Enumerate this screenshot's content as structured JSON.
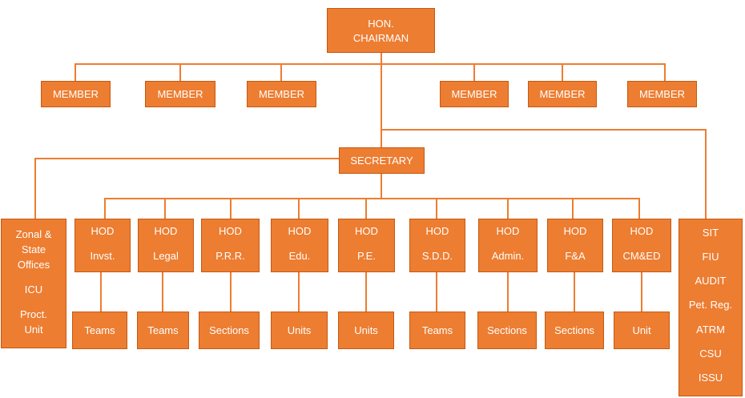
{
  "chairman": {
    "line1": "HON.",
    "line2": "CHAIRMAN"
  },
  "members": [
    "MEMBER",
    "MEMBER",
    "MEMBER",
    "MEMBER",
    "MEMBER",
    "MEMBER"
  ],
  "secretary": "SECRETARY",
  "zonal": [
    "Zonal &",
    "State",
    "Offices",
    "ICU",
    "Proct.",
    "Unit"
  ],
  "hods": [
    {
      "title": "HOD",
      "dept": "Invst.",
      "sub": "Teams"
    },
    {
      "title": "HOD",
      "dept": "Legal",
      "sub": "Teams"
    },
    {
      "title": "HOD",
      "dept": "P.R.R.",
      "sub": "Sections"
    },
    {
      "title": "HOD",
      "dept": "Edu.",
      "sub": "Units"
    },
    {
      "title": "HOD",
      "dept": "P.E.",
      "sub": "Units"
    },
    {
      "title": "HOD",
      "dept": "S.D.D.",
      "sub": "Teams"
    },
    {
      "title": "HOD",
      "dept": "Admin.",
      "sub": "Sections"
    },
    {
      "title": "HOD",
      "dept": "F&A",
      "sub": "Sections"
    },
    {
      "title": "HOD",
      "dept": "CM&ED",
      "sub": "Unit"
    }
  ],
  "units": [
    "SIT",
    "FIU",
    "AUDIT",
    "Pet. Reg.",
    "ATRM",
    "CSU",
    "ISSU"
  ]
}
